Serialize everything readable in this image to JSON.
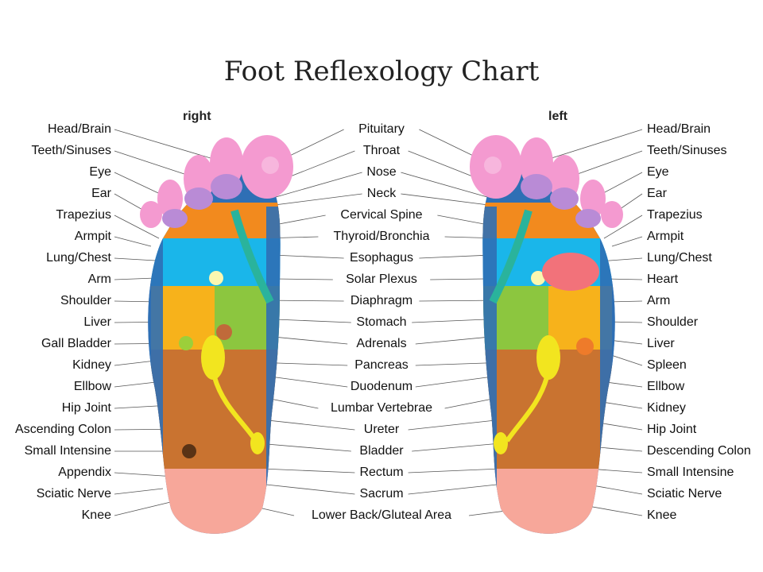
{
  "title": "Foot Reflexology Chart",
  "side_labels": {
    "right": "right",
    "left": "left"
  },
  "left_column": [
    "Head/Brain",
    "Teeth/Sinuses",
    "Eye",
    "Ear",
    "Trapezius",
    "Armpit",
    "Lung/Chest",
    "Arm",
    "Shoulder",
    "Liver",
    "Gall Bladder",
    "Kidney",
    "Ellbow",
    "Hip Joint",
    "Ascending Colon",
    "Small Intensine",
    "Appendix",
    "Sciatic Nerve",
    "Knee"
  ],
  "center_column": [
    "Pituitary",
    "Throat",
    "Nose",
    "Neck",
    "Cervical Spine",
    "Thyroid/Bronchia",
    "Esophagus",
    "Solar Plexus",
    "Diaphragm",
    "Stomach",
    "Adrenals",
    "Pancreas",
    "Duodenum",
    "Lumbar Vertebrae",
    "Ureter",
    "Bladder",
    "Rectum",
    "Sacrum",
    "Lower Back/Gluteal Area"
  ],
  "right_column": [
    "Head/Brain",
    "Teeth/Sinuses",
    "Eye",
    "Ear",
    "Trapezius",
    "Armpit",
    "Lung/Chest",
    "Heart",
    "Arm",
    "Shoulder",
    "Liver",
    "Spleen",
    "Ellbow",
    "Kidney",
    "Hip Joint",
    "Descending Colon",
    "Small Intensine",
    "Sciatic Nerve",
    "Knee"
  ],
  "colors": {
    "toe_pink": "#f49ad0",
    "toe_purple": "#b98bd6",
    "orange": "#f28a1e",
    "lung_blue": "#1ab6ea",
    "green": "#8cc63f",
    "yellow_orange": "#f7b21b",
    "brown": "#c97330",
    "heel_pink": "#f7a79a",
    "outline_blue": "#2f6fb5",
    "gland_yellow": "#f2e51f",
    "heart_red": "#f2727a"
  }
}
